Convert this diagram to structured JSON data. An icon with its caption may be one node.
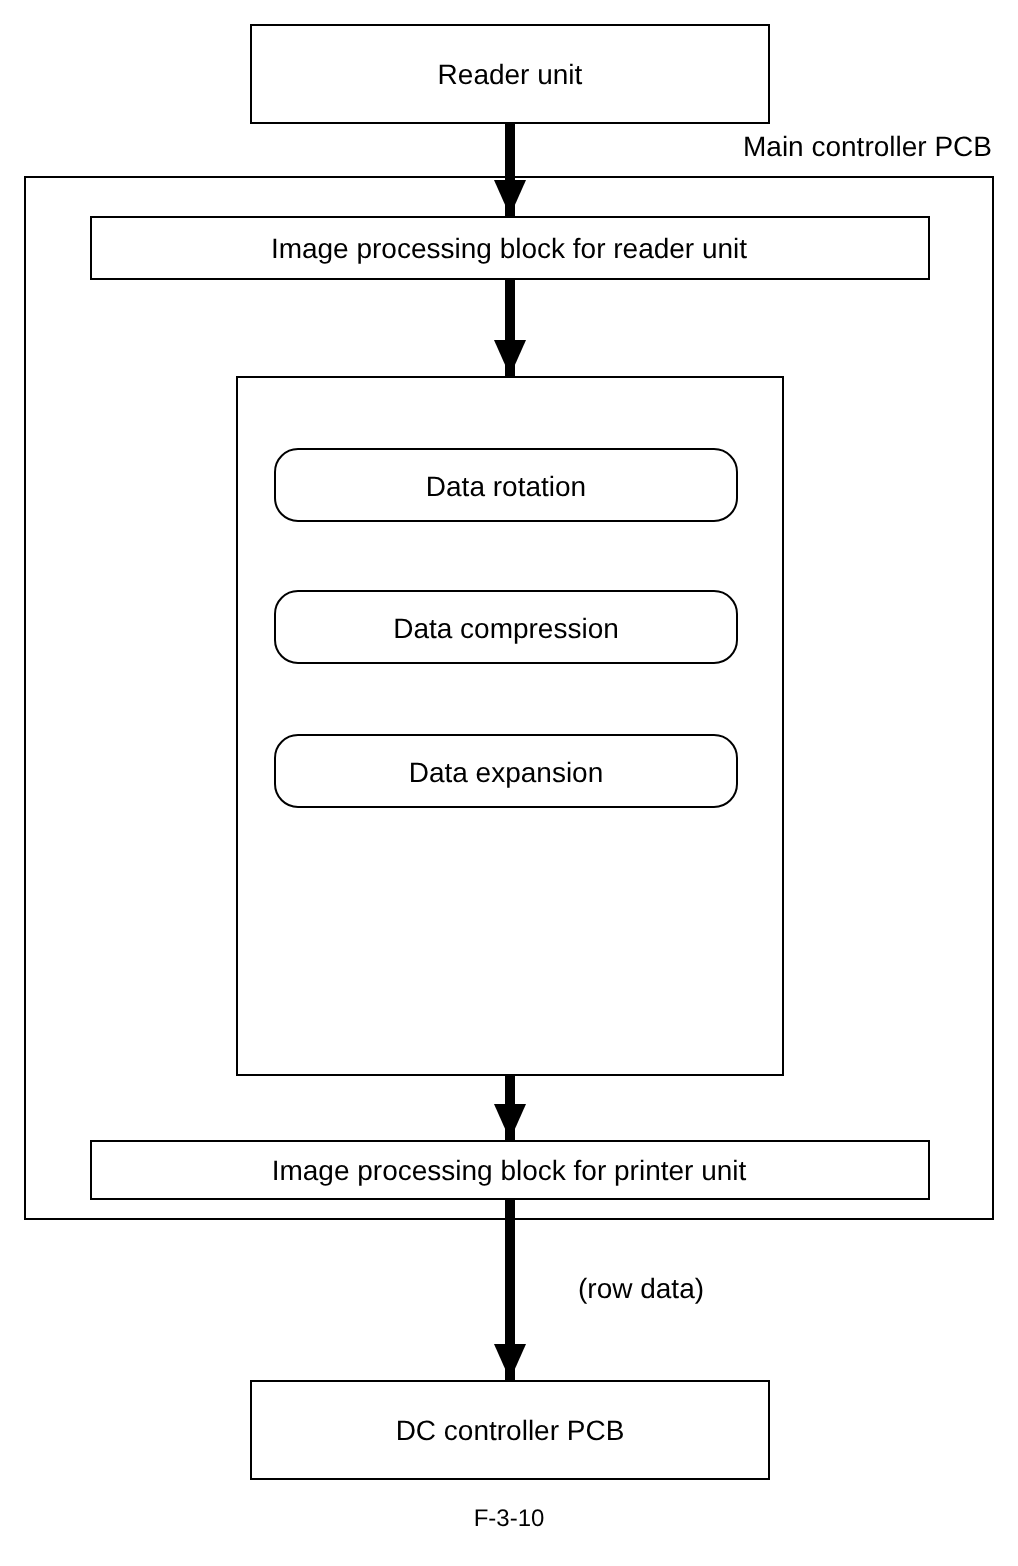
{
  "diagram": {
    "caption": "F-3-10",
    "nodes": [
      {
        "text": [
          "Reader unit"
        ]
      },
      {
        "text": [
          "Main controller PCB"
        ]
      },
      {
        "text": [
          "Image processing block for reader unit"
        ],
        "in": 1
      },
      {
        "text": [],
        "shape": "box",
        "in": 1
      },
      {
        "text": [
          "Data rotation"
        ],
        "in": 3
      },
      {
        "text": [
          "Data compression"
        ],
        "in": 3
      },
      {
        "text": [
          "Data expansion"
        ],
        "in": 3
      },
      {
        "text": [
          "Image processing block for printer unit"
        ],
        "in": 1
      },
      {
        "text": [
          "DC controller PCB"
        ]
      }
    ],
    "edges": [
      {
        "from": 0,
        "to": 2,
        "arrow": "to"
      },
      {
        "from": 2,
        "to": 3,
        "arrow": "to"
      },
      {
        "from": 3,
        "to": 7,
        "arrow": "to"
      },
      {
        "from": 7,
        "to": 8,
        "arrow": "to",
        "label": "(row data)"
      }
    ]
  }
}
